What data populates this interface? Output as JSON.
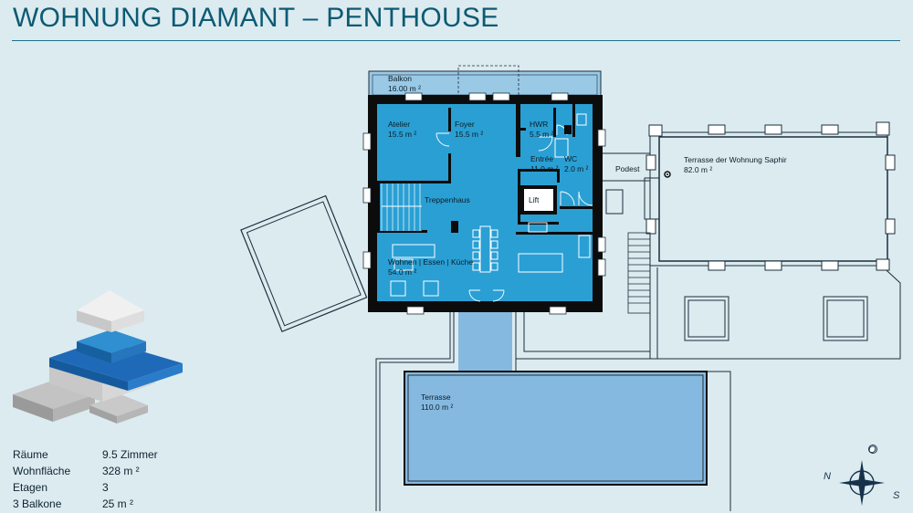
{
  "header": {
    "title": "WOHNUNG DIAMANT – PENTHOUSE"
  },
  "rooms": {
    "balkon": {
      "name": "Balkon",
      "area": "16.00 m ²"
    },
    "atelier": {
      "name": "Atelier",
      "area": "15.5 m ²"
    },
    "foyer": {
      "name": "Foyer",
      "area": "15.5 m ²"
    },
    "hwr": {
      "name": "HWR",
      "area": "5.5 m ²"
    },
    "entree": {
      "name": "Entrée",
      "area": "11.0 m ²"
    },
    "wc": {
      "name": "WC",
      "area": "2.0 m ²"
    },
    "treppenhaus": {
      "name": "Treppenhaus"
    },
    "lift": {
      "name": "Lift"
    },
    "wohnen": {
      "name": "Wohnen | Essen | Küche",
      "area": "54.0 m ²"
    },
    "podest": {
      "name": "Podest"
    },
    "saphir": {
      "name": "Terrasse der Wohnung Saphir",
      "area": "82.0 m ²"
    },
    "terrasse": {
      "name": "Terrasse",
      "area": "110.0 m ²"
    }
  },
  "stats": [
    {
      "label": "Räume",
      "value": "9.5 Zimmer"
    },
    {
      "label": "Wohnfläche",
      "value": "328 m ²"
    },
    {
      "label": "Etagen",
      "value": "3"
    },
    {
      "label": "3 Balkone",
      "value": "25 m ²"
    }
  ],
  "compass": {
    "n": "N",
    "o": "O",
    "s": "S"
  },
  "colors": {
    "title": "#0d5a73",
    "room": "#2a9fd4",
    "terrace": "#86b9e0",
    "balcony": "#9ac9e6",
    "wall": "#0c0c0c"
  }
}
